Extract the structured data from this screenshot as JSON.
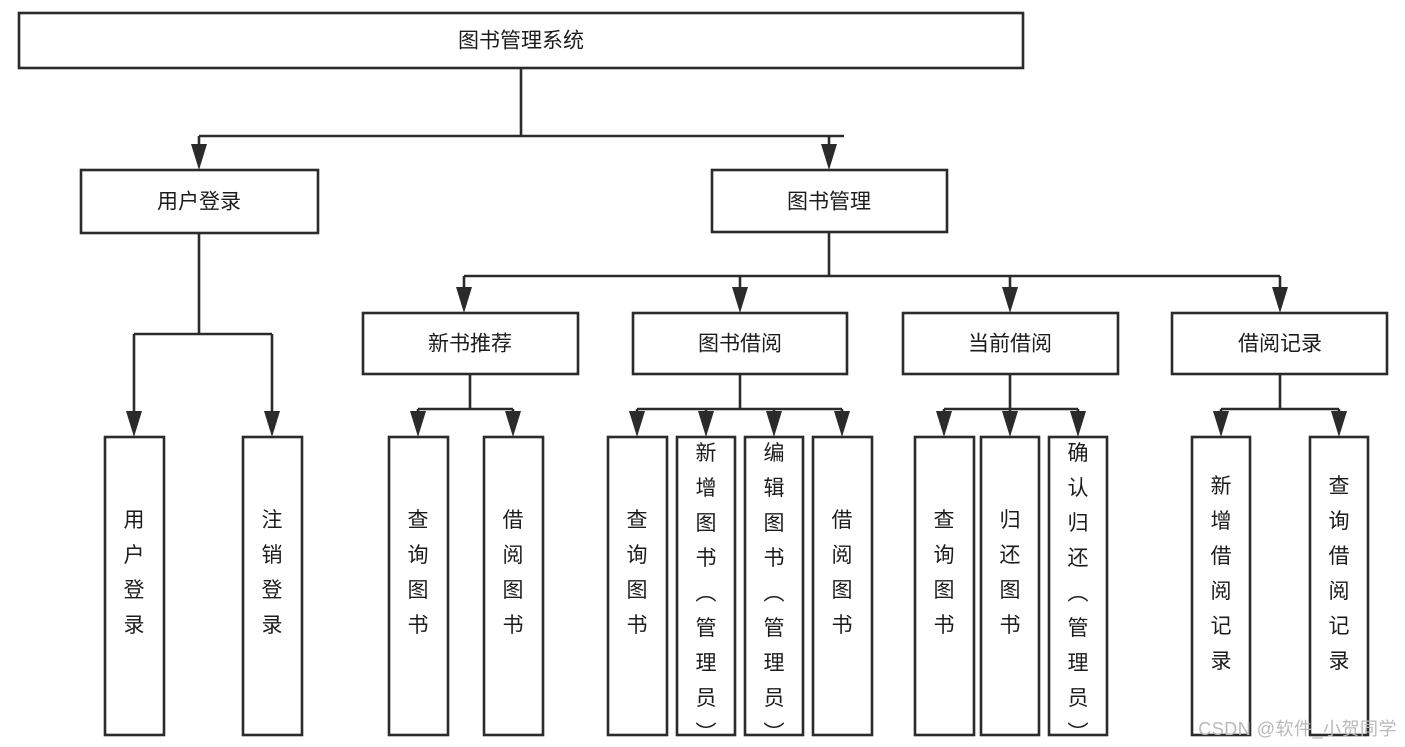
{
  "diagram": {
    "title": "图书管理系统",
    "watermark": "CSDN @软件_小贺同学",
    "root": {
      "label": "图书管理系统"
    },
    "level1": [
      {
        "label": "用户登录"
      },
      {
        "label": "图书管理"
      }
    ],
    "level2": [
      {
        "label": "新书推荐"
      },
      {
        "label": "图书借阅"
      },
      {
        "label": "当前借阅"
      },
      {
        "label": "借阅记录"
      }
    ],
    "leaves": {
      "user_login": [
        {
          "label": "用户登录"
        },
        {
          "label": "注销登录"
        }
      ],
      "new_book_recommend": [
        {
          "label": "查询图书"
        },
        {
          "label": "借阅图书"
        }
      ],
      "book_borrow": [
        {
          "label": "查询图书"
        },
        {
          "label": "新增图书（管理员）"
        },
        {
          "label": "编辑图书（管理员）"
        },
        {
          "label": "借阅图书"
        }
      ],
      "current_borrow": [
        {
          "label": "查询图书"
        },
        {
          "label": "归还图书"
        },
        {
          "label": "确认归还（管理员）"
        }
      ],
      "borrow_records": [
        {
          "label": "新增借阅记录"
        },
        {
          "label": "查询借阅记录"
        }
      ]
    },
    "colors": {
      "stroke": "#2b2b2b",
      "fill": "#ffffff",
      "text": "#1c1c1c",
      "watermark": "#b9b9b9"
    }
  }
}
